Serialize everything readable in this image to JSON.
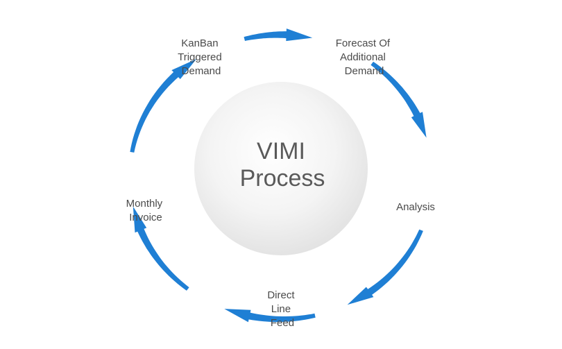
{
  "center": {
    "line1": "VIMI",
    "line2": "Process"
  },
  "nodes": [
    {
      "id": "kanban",
      "lines": [
        "KanBan",
        "Triggered",
        "Demand"
      ]
    },
    {
      "id": "forecast",
      "lines": [
        "Forecast Of",
        "Additional",
        "Demand"
      ]
    },
    {
      "id": "analysis",
      "lines": [
        "Analysis"
      ]
    },
    {
      "id": "direct",
      "lines": [
        "Direct",
        "Line",
        "Feed"
      ]
    },
    {
      "id": "monthly",
      "lines": [
        "Monthly",
        "Invoice"
      ]
    }
  ],
  "colors": {
    "arrow": "#1f7fd4",
    "text": "#4a4a4a",
    "center_text": "#5a5a5a",
    "circle_light": "#ffffff",
    "circle_dark": "#e2e2e2"
  },
  "flow_direction": "clockwise"
}
